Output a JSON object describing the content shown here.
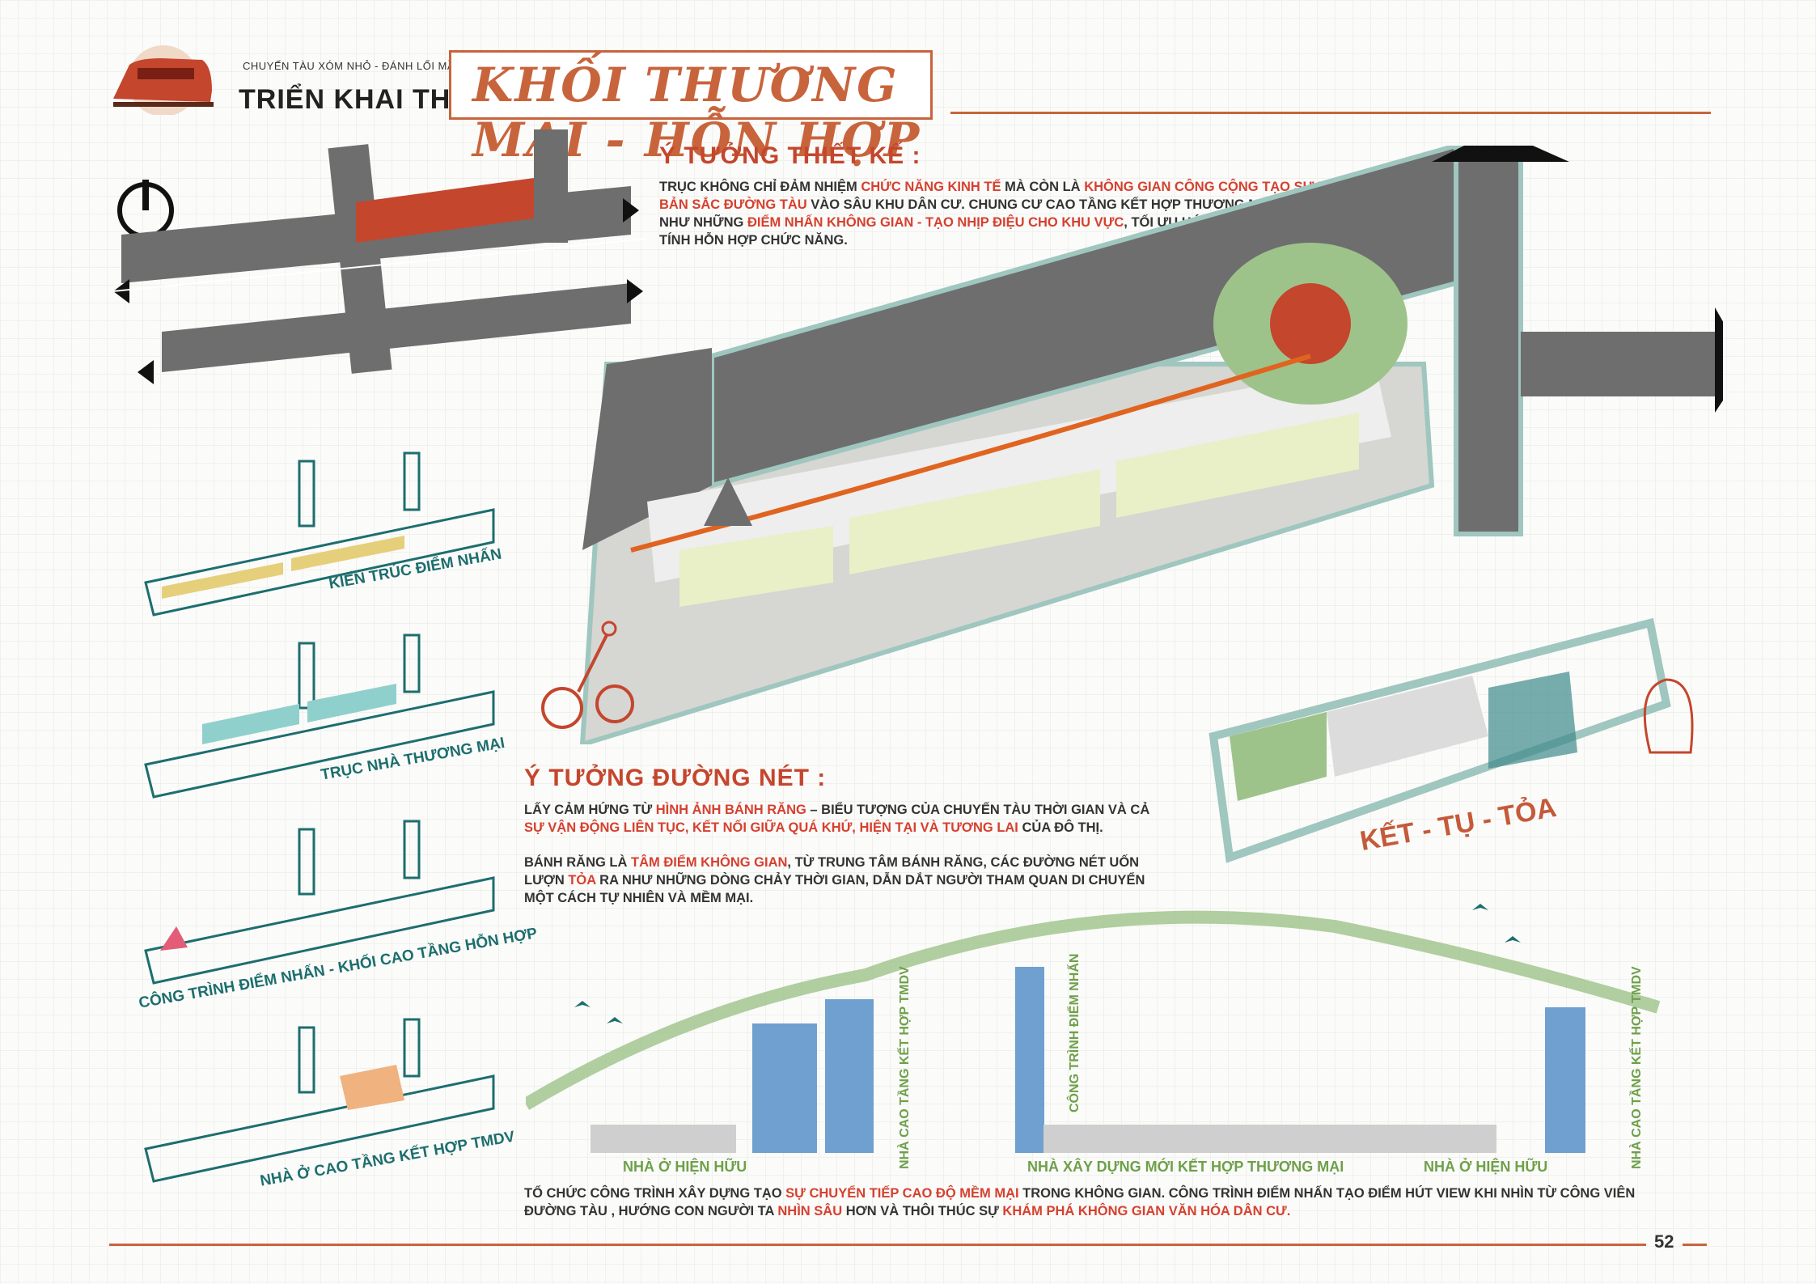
{
  "header": {
    "brand_line1": "CHUYẾN TÀU XÓM NHỎ - ĐÁNH LỐI MẦM XANH",
    "brand_title": "TRIỂN KHAI THIẾT KẾ",
    "page_title": "KHỐI THƯƠNG MẠI - HỖN HỢP"
  },
  "idea_design": {
    "heading": "Ý TƯỞNG THIẾT KẾ :",
    "p1": "TRỤC KHÔNG CHỈ ĐẢM NHIỆM ",
    "h1": "CHỨC NĂNG KINH TẾ",
    "p2": " MÀ CÒN LÀ ",
    "h2": "KHÔNG GIAN CÔNG CỘNG TẠO SỰ KẾT NỐI BẢN SẮC ĐƯỜNG TÀU",
    "p3": " VÀO SÂU KHU DÂN CƯ. CHUNG CƯ CAO TẦNG KẾT HỢP THƯƠNG MẠI – DỊCH VỤ  BỐ TRÍ NHƯ NHỮNG ",
    "h3": "ĐIỂM NHẤN KHÔNG GIAN - TẠO NHỊP ĐIỆU CHO KHU VỰC",
    "p4": ", TỐI ƯU HÓA QUỸ ĐẤT, TĂNG CƯỜNG TÍNH HỖN HỢP CHỨC NĂNG."
  },
  "idea_line": {
    "heading": "Ý TƯỞNG ĐƯỜNG NÉT :",
    "a1": "LẤY CẢM HỨNG TỪ ",
    "ah1": "HÌNH ẢNH BÁNH RĂNG",
    "a2": " – BIỂU TƯỢNG CỦA CHUYẾN TÀU THỜI GIAN VÀ CẢ ",
    "ah2": "SỰ VẬN ĐỘNG LIÊN TỤC, KẾT NỐI GIỮA QUÁ KHỨ, HIỆN TẠI VÀ TƯƠNG LAI",
    "a3": " CỦA ĐÔ THỊ.",
    "b1": "BÁNH RĂNG LÀ ",
    "bh1": "TÂM ĐIỂM KHÔNG GIAN",
    "b2": ", TỪ TRUNG TÂM BÁNH RĂNG, CÁC ĐƯỜNG NÉT UỐN LƯỢN ",
    "bh2": "TỎA",
    "b3": " RA NHƯ NHỮNG DÒNG CHẢY THỜI GIAN, DẪN DẮT NGƯỜI THAM QUAN DI CHUYỂN MỘT CÁCH TỰ NHIÊN VÀ MỀM MẠI."
  },
  "diagram_captions": {
    "c1": "KIẾN TRÚC ĐIỂM NHẤN",
    "c2": "TRỤC NHÀ THƯƠNG MẠI",
    "c3": "CÔNG TRÌNH ĐIỂM NHẤN - KHỐI CAO TẦNG HỖN HỢP",
    "c4": "NHÀ Ở CAO TẦNG KẾT HỢP TMDV",
    "ket_tu_toa": "KẾT - TỤ - TỎA"
  },
  "section": {
    "v1": "NHÀ CAO TẦNG KẾT HỢP TMDV",
    "v2": "CÔNG TRÌNH ĐIỂM NHẤN",
    "v3": "NHÀ CAO TẦNG KẾT HỢP TMDV",
    "h1": "NHÀ Ở HIỆN HỮU",
    "h2": "NHÀ XÂY DỰNG MỚI KẾT HỢP THƯƠNG MẠI",
    "h3": "NHÀ Ở HIỆN HỮU"
  },
  "footer": {
    "s1": "TỔ CHỨC CÔNG TRÌNH XÂY DỰNG TẠO ",
    "sh1": "SỰ CHUYỂN TIẾP CAO ĐỘ MỀM MẠI",
    "s2": " TRONG KHÔNG GIAN. CÔNG TRÌNH ĐIỂM NHẤN TẠO ĐIỂM HÚT VIEW KHI NHÌN TỪ CÔNG VIÊN ĐƯỜNG TÀU , HƯỚNG CON NGƯỜI TA ",
    "sh2": "NHÌN SÂU",
    "s3": " HƠN VÀ THÔI THÚC SỰ ",
    "sh3": "KHÁM PHÁ KHÔNG GIAN VĂN HÓA DÂN CƯ.",
    "page_number": "52"
  },
  "colors": {
    "accent": "#c8643c",
    "teal": "#1d6e6e",
    "road": "#6e6e6e",
    "tree": "#9ec38a"
  }
}
